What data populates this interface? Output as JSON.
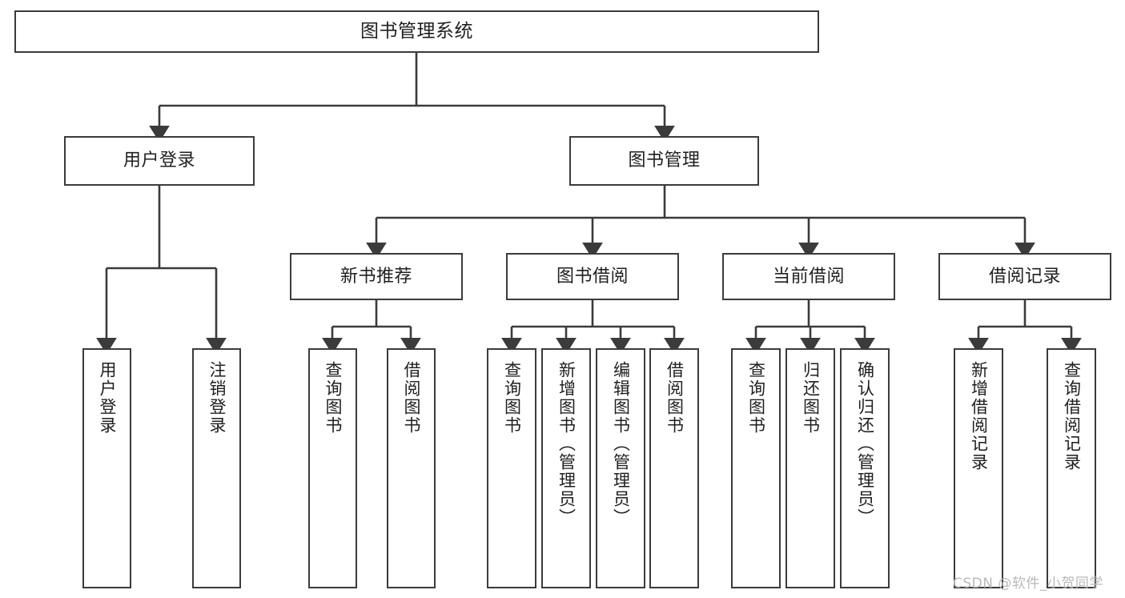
{
  "diagram": {
    "title": "图书管理系统",
    "type": "tree-hierarchy-chart",
    "watermark": "CSDN @软件_小贺同学",
    "colors": {
      "box_border": "#3b3b3b",
      "box_fill": "#ffffff",
      "edge": "#3b3b3b",
      "text": "#1f1f1f",
      "watermark": "#b9b9b9",
      "background": "#ffffff"
    },
    "nodes": {
      "root": {
        "label": "图书管理系统"
      },
      "level2": [
        {
          "id": "user-login",
          "label": "用户登录"
        },
        {
          "id": "book-manage",
          "label": "图书管理"
        }
      ],
      "level3": [
        {
          "id": "new-book-recommend",
          "label": "新书推荐"
        },
        {
          "id": "book-borrow",
          "label": "图书借阅"
        },
        {
          "id": "current-borrow",
          "label": "当前借阅"
        },
        {
          "id": "borrow-record",
          "label": "借阅记录"
        }
      ],
      "leaves": {
        "user-login": [
          {
            "id": "leaf-user-login",
            "label": "用户登录"
          },
          {
            "id": "leaf-logout-login",
            "label": "注销登录"
          }
        ],
        "new-book-recommend": [
          {
            "id": "leaf-query-book-1",
            "label": "查询图书"
          },
          {
            "id": "leaf-borrow-book-1",
            "label": "借阅图书"
          }
        ],
        "book-borrow": [
          {
            "id": "leaf-query-book-2",
            "label": "查询图书"
          },
          {
            "id": "leaf-add-book",
            "label": "新增图书（管理员）"
          },
          {
            "id": "leaf-edit-book",
            "label": "编辑图书（管理员）"
          },
          {
            "id": "leaf-borrow-book-2",
            "label": "借阅图书"
          }
        ],
        "current-borrow": [
          {
            "id": "leaf-query-book-3",
            "label": "查询图书"
          },
          {
            "id": "leaf-return-book",
            "label": "归还图书"
          },
          {
            "id": "leaf-confirm-return",
            "label": "确认归还（管理员）"
          }
        ],
        "borrow-record": [
          {
            "id": "leaf-add-record",
            "label": "新增借阅记录"
          },
          {
            "id": "leaf-query-record",
            "label": "查询借阅记录"
          }
        ]
      }
    }
  }
}
